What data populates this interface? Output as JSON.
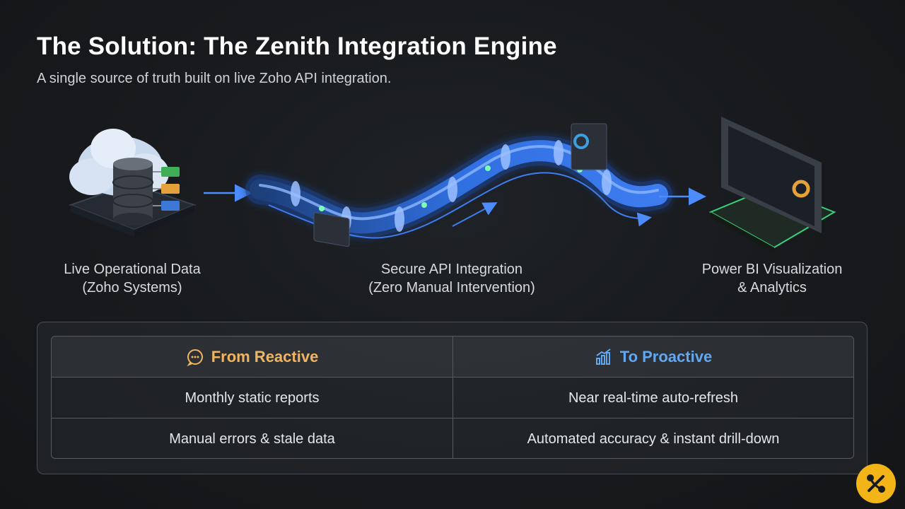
{
  "header": {
    "title": "The Solution: The Zenith Integration Engine",
    "subtitle": "A single source of truth built on live Zoho API integration."
  },
  "stages": [
    {
      "label_line1": "Live Operational Data",
      "label_line2": "(Zoho Systems)"
    },
    {
      "label_line1": "Secure API Integration",
      "label_line2": "(Zero Manual Intervention)"
    },
    {
      "label_line1": "Power BI Visualization",
      "label_line2": "& Analytics"
    }
  ],
  "comparison": {
    "from_header": "From Reactive",
    "to_header": "To Proactive",
    "rows": [
      {
        "from": "Monthly static reports",
        "to": "Near real-time auto-refresh"
      },
      {
        "from": "Manual errors & stale data",
        "to": "Automated accuracy & instant drill-down"
      }
    ]
  },
  "icons": {
    "from_icon": "chat-bubble-icon",
    "to_icon": "growth-chart-icon",
    "logo": "logo-icon"
  },
  "colors": {
    "reactive_accent": "#f0b560",
    "proactive_accent": "#63a7f0",
    "pipe_glow": "#4d8cff",
    "dashboard_accent": "#38d27a",
    "logo_bg": "#f2b416"
  }
}
